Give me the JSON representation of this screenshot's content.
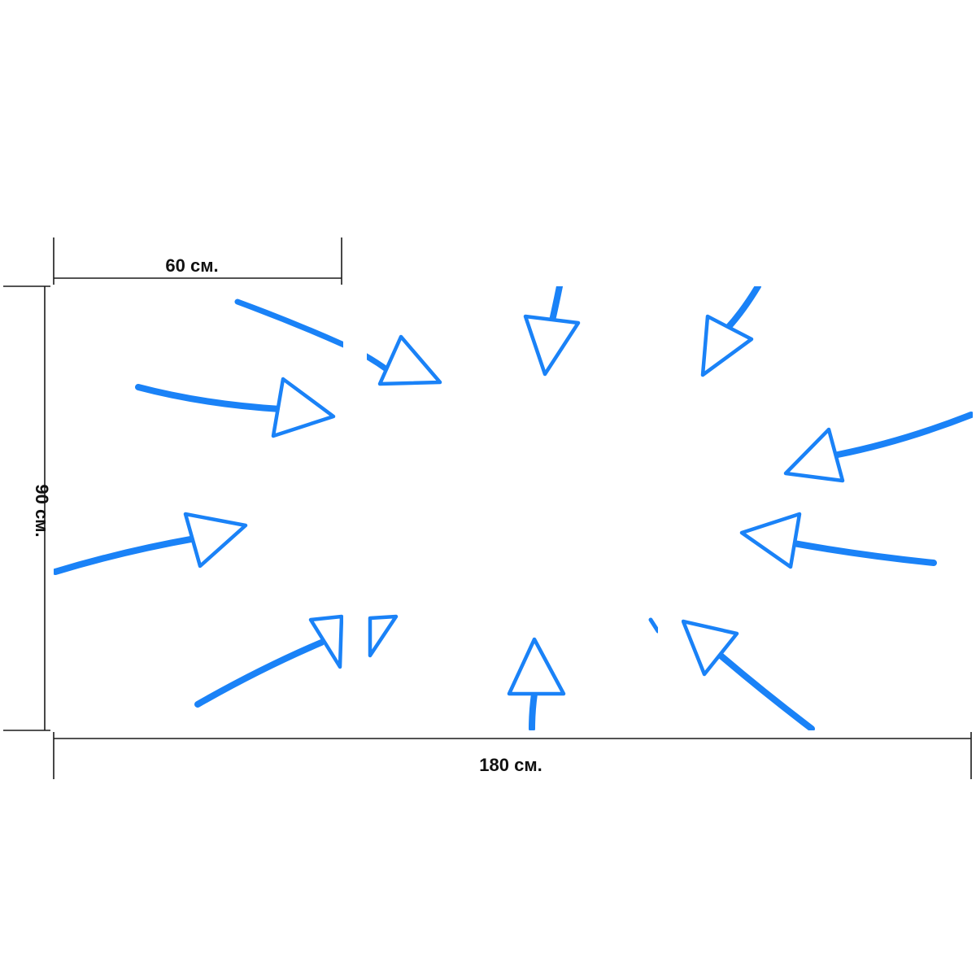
{
  "dimensions": {
    "panel_width_label": "60 см.",
    "height_label": "90 см.",
    "total_width_label": "180 см."
  },
  "colors": {
    "arrow": "#1a82f7",
    "dimension_line": "#1a1a1a",
    "background": "#ffffff"
  },
  "panels": [
    "left-panel",
    "center-panel",
    "right-panel"
  ]
}
